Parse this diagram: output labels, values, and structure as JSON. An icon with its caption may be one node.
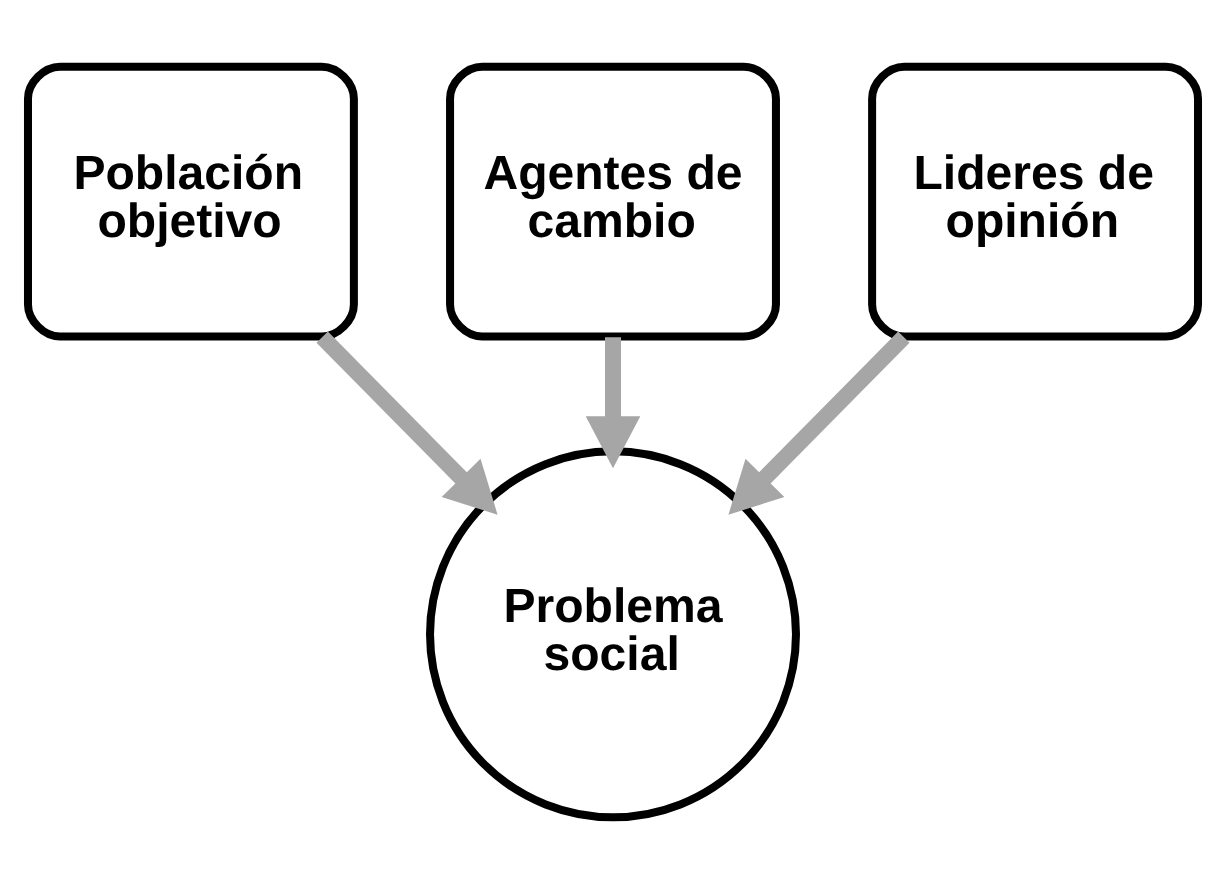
{
  "diagram": {
    "nodes": [
      {
        "text": [
          "Población objetivo"
        ]
      },
      {
        "text": [
          "Agentes de cambio"
        ]
      },
      {
        "text": [
          "Lideres de opinión"
        ]
      },
      {
        "text": [
          "Problema social"
        ]
      }
    ],
    "edges": [
      {
        "from": 0,
        "to": 3,
        "arrow": "to"
      },
      {
        "from": 1,
        "to": 3,
        "arrow": "to"
      },
      {
        "from": 2,
        "to": 3,
        "arrow": "to"
      }
    ]
  }
}
